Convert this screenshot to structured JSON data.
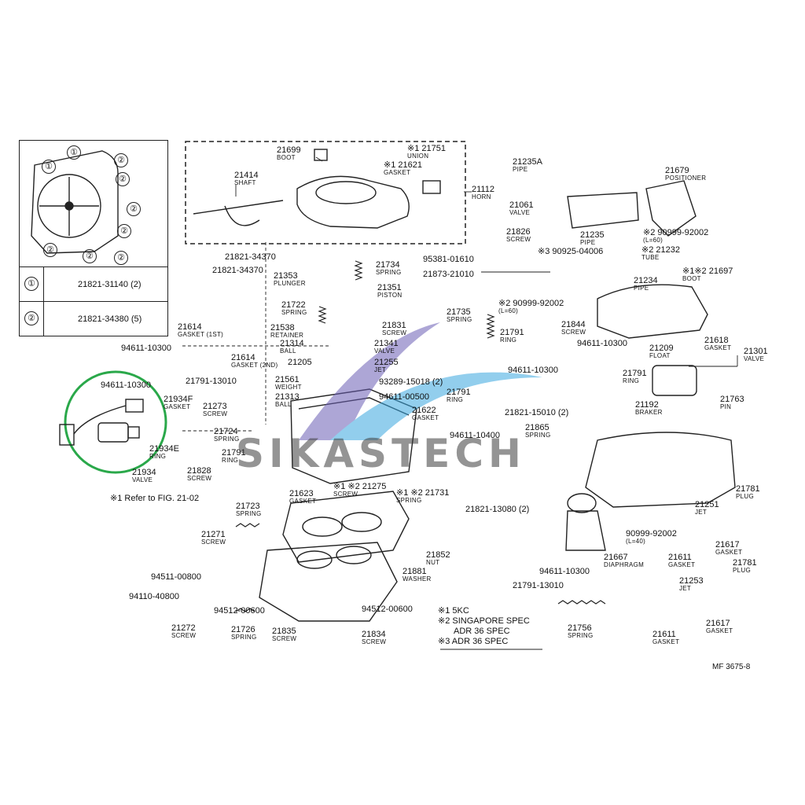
{
  "legend": {
    "callout_1": "①",
    "callout_2": "②",
    "row1_part": "21821-31140 (2)",
    "row2_part": "21821-34380 (5)"
  },
  "parts": [
    {
      "pn": "21699",
      "nm": "BOOT"
    },
    {
      "pn": "※1 21751",
      "nm": "UNION"
    },
    {
      "pn": "※1 21621",
      "nm": "GASKET"
    },
    {
      "pn": "21414",
      "nm": "SHAFT"
    },
    {
      "pn": "21112",
      "nm": "HORN"
    },
    {
      "pn": "21235A",
      "nm": "PIPE"
    },
    {
      "pn": "21679",
      "nm": "POSITIONER"
    },
    {
      "pn": "21061",
      "nm": "VALVE"
    },
    {
      "pn": "21826",
      "nm": "SCREW"
    },
    {
      "pn": "21235",
      "nm": "PIPE"
    },
    {
      "pn": "※2 90999-92002",
      "nm": "(L=60)"
    },
    {
      "pn": "※2 21232",
      "nm": "TUBE"
    },
    {
      "pn": "※3 90925-04006",
      "nm": ""
    },
    {
      "pn": "※1※2 21697",
      "nm": "BOOT"
    },
    {
      "pn": "21234",
      "nm": "PIPE"
    },
    {
      "pn": "21821-34370",
      "nm": ""
    },
    {
      "pn": "21821-34370",
      "nm": ""
    },
    {
      "pn": "21734",
      "nm": "SPRING"
    },
    {
      "pn": "21353",
      "nm": "PLUNGER"
    },
    {
      "pn": "21351",
      "nm": "PISTON"
    },
    {
      "pn": "95381-01610",
      "nm": ""
    },
    {
      "pn": "21873-21010",
      "nm": ""
    },
    {
      "pn": "21722",
      "nm": "SPRING"
    },
    {
      "pn": "21735",
      "nm": "SPRING"
    },
    {
      "pn": "※2 90999-92002",
      "nm": "(L=60)"
    },
    {
      "pn": "21614",
      "nm": "GASKET (1ST)"
    },
    {
      "pn": "21538",
      "nm": "RETAINER"
    },
    {
      "pn": "21831",
      "nm": "SCREW"
    },
    {
      "pn": "21844",
      "nm": "SCREW"
    },
    {
      "pn": "21618",
      "nm": "GASKET"
    },
    {
      "pn": "21314",
      "nm": "BALL"
    },
    {
      "pn": "21341",
      "nm": "VALVE"
    },
    {
      "pn": "21791",
      "nm": "RING"
    },
    {
      "pn": "94611-10300",
      "nm": ""
    },
    {
      "pn": "21209",
      "nm": "FLOAT"
    },
    {
      "pn": "21301",
      "nm": "VALVE"
    },
    {
      "pn": "94611-10300",
      "nm": ""
    },
    {
      "pn": "21614",
      "nm": "GASKET (2ND)"
    },
    {
      "pn": "21205",
      "nm": ""
    },
    {
      "pn": "21255",
      "nm": "JET"
    },
    {
      "pn": "94611-10300",
      "nm": ""
    },
    {
      "pn": "21791-13010",
      "nm": ""
    },
    {
      "pn": "21791",
      "nm": "RING"
    },
    {
      "pn": "21561",
      "nm": "WEIGHT"
    },
    {
      "pn": "93289-15018 (2)",
      "nm": ""
    },
    {
      "pn": "94611-10300",
      "nm": ""
    },
    {
      "pn": "21763",
      "nm": "PIN"
    },
    {
      "pn": "94611-00500",
      "nm": ""
    },
    {
      "pn": "21313",
      "nm": "BALL"
    },
    {
      "pn": "21791",
      "nm": "RING"
    },
    {
      "pn": "21934F",
      "nm": "GASKET"
    },
    {
      "pn": "21273",
      "nm": "SCREW"
    },
    {
      "pn": "21622",
      "nm": "GASKET"
    },
    {
      "pn": "21821-15010 (2)",
      "nm": ""
    },
    {
      "pn": "21192",
      "nm": "BRAKER"
    },
    {
      "pn": "94611-10400",
      "nm": ""
    },
    {
      "pn": "21724",
      "nm": "SPRING"
    },
    {
      "pn": "21865",
      "nm": "SPRING"
    },
    {
      "pn": "21934E",
      "nm": "RING"
    },
    {
      "pn": "21791",
      "nm": "RING"
    },
    {
      "pn": "21934",
      "nm": "VALVE"
    },
    {
      "pn": "21828",
      "nm": "SCREW"
    },
    {
      "pn": "21781",
      "nm": "PLUG"
    },
    {
      "pn": "※1 Refer to FIG. 21-02",
      "nm": ""
    },
    {
      "pn": "21623",
      "nm": "GASKET"
    },
    {
      "pn": "※1 ※2 21275",
      "nm": "SCREW"
    },
    {
      "pn": "※1 ※2 21731",
      "nm": "SPRING"
    },
    {
      "pn": "21821-13080 (2)",
      "nm": ""
    },
    {
      "pn": "21251",
      "nm": "JET"
    },
    {
      "pn": "21723",
      "nm": "SPRING"
    },
    {
      "pn": "90999-92002",
      "nm": "(L=40)"
    },
    {
      "pn": "21271",
      "nm": "SCREW"
    },
    {
      "pn": "21617",
      "nm": "GASKET"
    },
    {
      "pn": "21852",
      "nm": "NUT"
    },
    {
      "pn": "21611",
      "nm": "GASKET"
    },
    {
      "pn": "21667",
      "nm": "DIAPHRAGM"
    },
    {
      "pn": "21781",
      "nm": "PLUG"
    },
    {
      "pn": "21881",
      "nm": "WASHER"
    },
    {
      "pn": "94511-00800",
      "nm": ""
    },
    {
      "pn": "94611-10300",
      "nm": ""
    },
    {
      "pn": "21253",
      "nm": "JET"
    },
    {
      "pn": "94110-40800",
      "nm": ""
    },
    {
      "pn": "21791-13010",
      "nm": ""
    },
    {
      "pn": "94512-00600",
      "nm": ""
    },
    {
      "pn": "94512-00600",
      "nm": ""
    },
    {
      "pn": "21272",
      "nm": "SCREW"
    },
    {
      "pn": "21726",
      "nm": "SPRING"
    },
    {
      "pn": "21835",
      "nm": "SCREW"
    },
    {
      "pn": "21834",
      "nm": "SCREW"
    },
    {
      "pn": "21756",
      "nm": "SPRING"
    },
    {
      "pn": "21617",
      "nm": "GASKET"
    },
    {
      "pn": "21611",
      "nm": "GASKET"
    }
  ],
  "notes": {
    "n1": "※1 5KC",
    "n2": "※2 SINGAPORE SPEC",
    "n2b": "ADR 36 SPEC",
    "n3": "※3 ADR 36 SPEC"
  },
  "figure_id": "MF 3675-8",
  "watermark": "SIKASTECH",
  "colors": {
    "highlight": "#2aa84a",
    "line": "#222222",
    "watermark_blue": "#3aa7e0",
    "watermark_purple": "#6b5fb5"
  }
}
